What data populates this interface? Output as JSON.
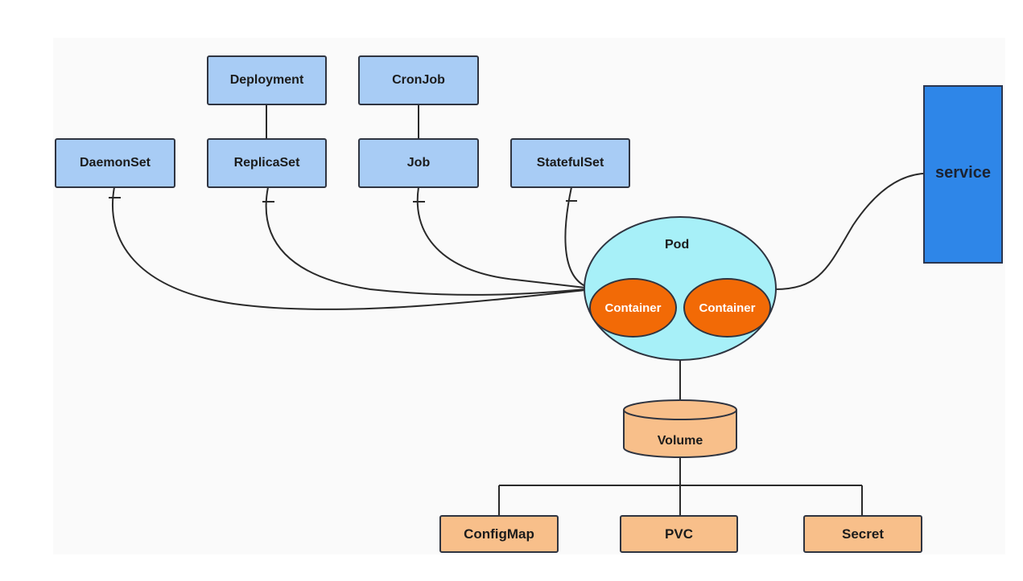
{
  "workload_controllers": {
    "deployment": "Deployment",
    "cronjob": "CronJob",
    "daemonset": "DaemonSet",
    "replicaset": "ReplicaSet",
    "job": "Job",
    "statefulset": "StatefulSet"
  },
  "service": {
    "label": "service"
  },
  "pod": {
    "label": "Pod",
    "containers": [
      "Container",
      "Container"
    ]
  },
  "volume": {
    "label": "Volume"
  },
  "volume_sources": {
    "configmap": "ConfigMap",
    "pvc": "PVC",
    "secret": "Secret"
  },
  "colors": {
    "controller_fill": "#a8ccf5",
    "service_fill": "#2e86e8",
    "pod_fill": "#a7f0f8",
    "container_fill": "#f26a06",
    "volume_fill": "#f8bf8a"
  }
}
